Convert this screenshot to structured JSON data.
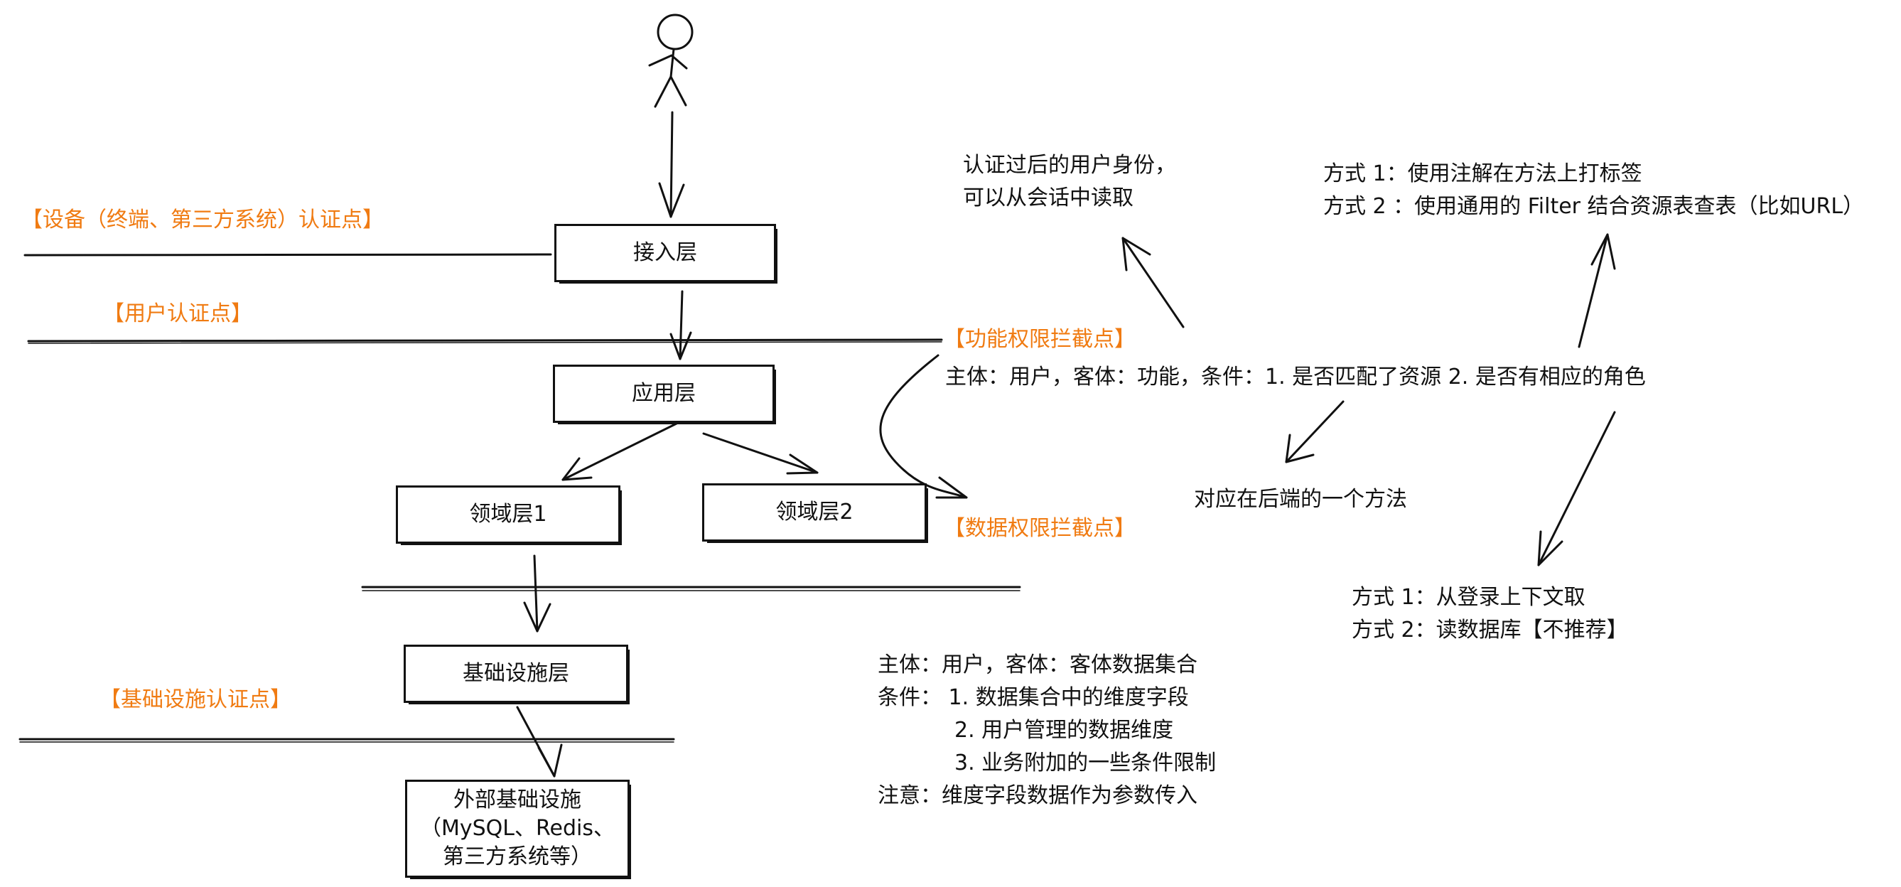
{
  "auth_points": {
    "device": "【设备（终端、第三方系统）认证点】",
    "user": "【用户认证点】",
    "infra": "【基础设施认证点】"
  },
  "intercept_points": {
    "function": "【功能权限拦截点】",
    "data": "【数据权限拦截点】"
  },
  "layers": {
    "access": "接入层",
    "application": "应用层",
    "domain1": "领域层1",
    "domain2": "领域层2",
    "infrastructure": "基础设施层",
    "external_line1": "外部基础设施",
    "external_line2": "（MySQL、Redis、",
    "external_line3": "第三方系统等）"
  },
  "notes": {
    "identity_line1": "认证过后的用户身份，",
    "identity_line2": "可以从会话中读取",
    "func_method1": "方式 1：使用注解在方法上打标签",
    "func_method2": "方式 2 ：使用通用的 Filter 结合资源表查表（比如URL）",
    "func_rule": "主体：用户，客体：功能，条件：1. 是否匹配了资源 2. 是否有相应的角色",
    "backend_method": "对应在后端的一个方法",
    "role_source1": "方式 1：从登录上下文取",
    "role_source2": "方式 2：读数据库【不推荐】",
    "data_rule_line1": "主体：用户，客体：客体数据集合",
    "data_rule_line2": "条件：  1. 数据集合中的维度字段",
    "data_rule_line3": "2. 用户管理的数据维度",
    "data_rule_line4": "3. 业务附加的一些条件限制",
    "data_rule_line5": "注意：维度字段数据作为参数传入"
  },
  "colors": {
    "accent": "#f07b12",
    "ink": "#111111",
    "background": "#ffffff"
  }
}
